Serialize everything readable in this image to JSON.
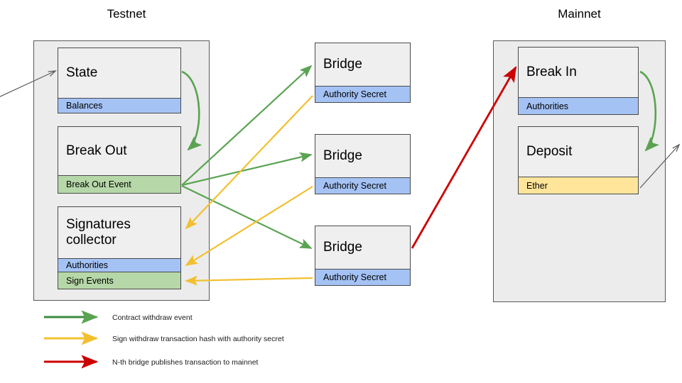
{
  "diagram": {
    "title_testnet": "Testnet",
    "title_mainnet": "Mainnet"
  },
  "testnet": {
    "label": "Testnet",
    "cards": [
      {
        "id": "state",
        "title": "State",
        "bands": [
          {
            "label": "Balances",
            "color": "#a4c2f4",
            "kind": "blue"
          }
        ]
      },
      {
        "id": "break-out",
        "title": "Break Out",
        "bands": [
          {
            "label": "Break Out Event",
            "color": "#b6d7a8",
            "kind": "green"
          }
        ]
      },
      {
        "id": "signatures-collector",
        "title": "Signatures collector",
        "bands": [
          {
            "label": "Authorities",
            "color": "#a4c2f4",
            "kind": "blue"
          },
          {
            "label": "Sign Events",
            "color": "#b6d7a8",
            "kind": "green"
          }
        ]
      }
    ]
  },
  "bridges": [
    {
      "id": "bridge-1",
      "title": "Bridge",
      "band": {
        "label": "Authority Secret",
        "color": "#a4c2f4"
      }
    },
    {
      "id": "bridge-2",
      "title": "Bridge",
      "band": {
        "label": "Authority Secret",
        "color": "#a4c2f4"
      }
    },
    {
      "id": "bridge-3",
      "title": "Bridge",
      "band": {
        "label": "Authority Secret",
        "color": "#a4c2f4"
      }
    }
  ],
  "mainnet": {
    "label": "Mainnet",
    "cards": [
      {
        "id": "break-in",
        "title": "Break In",
        "bands": [
          {
            "label": "Authorities",
            "color": "#a4c2f4",
            "kind": "blue"
          }
        ]
      },
      {
        "id": "deposit",
        "title": "Deposit",
        "bands": [
          {
            "label": "Ether",
            "color": "#ffe599",
            "kind": "amber"
          }
        ]
      }
    ]
  },
  "legend": {
    "items": [
      {
        "id": "green",
        "color": "#3d8c40",
        "label": "Contract withdraw event"
      },
      {
        "id": "amber",
        "color": "#f2c230",
        "label": "Sign withdraw transaction hash with authority secret"
      },
      {
        "id": "red",
        "color": "#cc0000",
        "label": "N-th bridge publishes transaction to mainnet"
      }
    ]
  },
  "colors": {
    "arrow_green": "#5aa352",
    "arrow_amber": "#f2bf30",
    "arrow_red": "#cc0000",
    "arrow_gray": "#5c5c5c",
    "container_fill": "#ececec",
    "card_fill": "#efefef",
    "border": "#4a4a4d"
  }
}
